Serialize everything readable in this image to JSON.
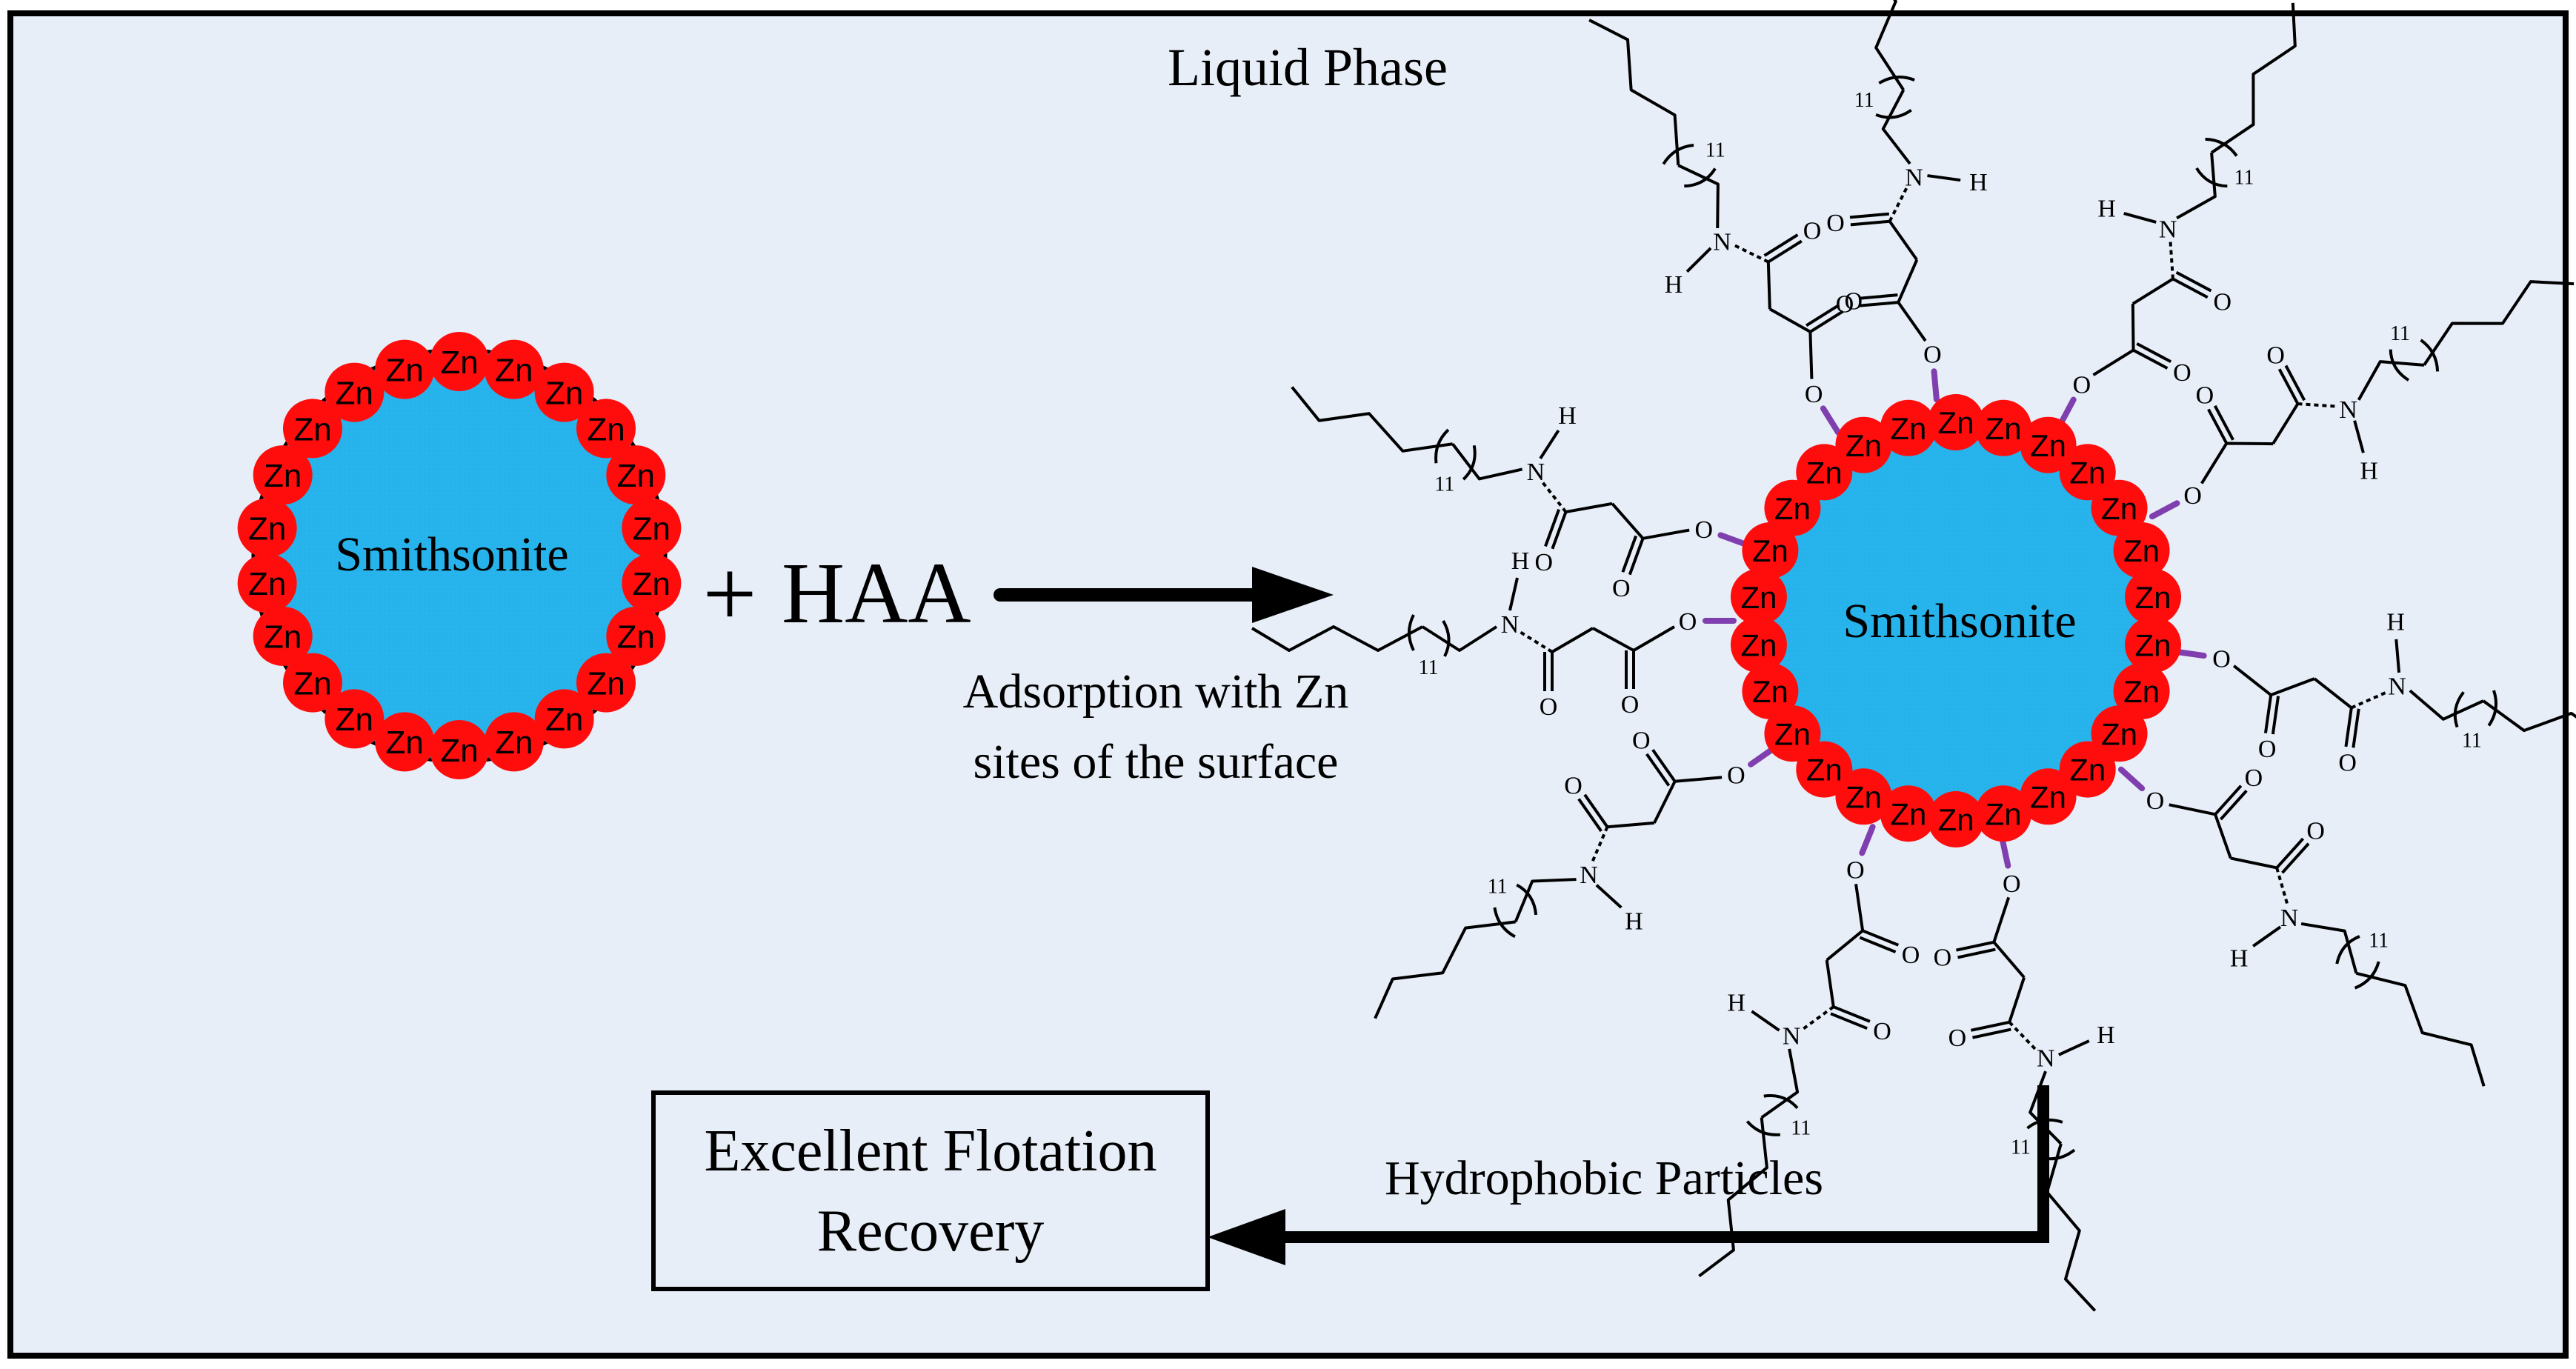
{
  "title": "Liquid Phase",
  "left_particle": {
    "label": "Smithsonite",
    "site_label": "Zn"
  },
  "reagent": {
    "plus": "+",
    "name": "HAA"
  },
  "step_caption": {
    "line1": "Adsorption with Zn",
    "line2": "sites of the surface"
  },
  "right_particle": {
    "label": "Smithsonite",
    "site_label": "Zn"
  },
  "result_caption": "Hydrophobic Particles",
  "result_box": {
    "line1": "Excellent Flotation",
    "line2": "Recovery"
  },
  "atoms": {
    "oxygen": "O",
    "nitrogen": "N",
    "hydrogen": "H"
  },
  "chain_repeat": "11",
  "colors": {
    "background": "#e7eef8",
    "border": "#000000",
    "mineral_core": "#27b4ec",
    "zn_site": "#ff0d0d",
    "zn_bond": "#7f3fae",
    "ink": "#000000"
  }
}
